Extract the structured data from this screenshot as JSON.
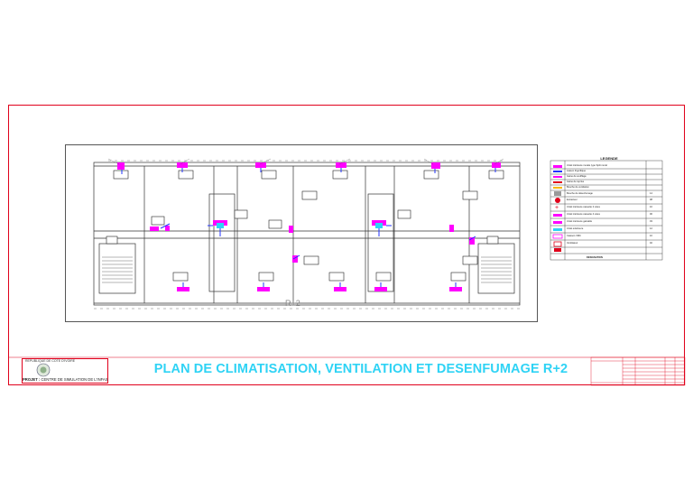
{
  "title": "PLAN DE CLIMATISATION, VENTILATION ET DESENFUMAGE  R+2",
  "level_label": "R+2",
  "project": {
    "prefix": "PROJET :",
    "name": "CENTRE DE SIMULATION DE L'INFAS",
    "logo_caption": "REPUBLIQUE DE COTE D'IVOIRE"
  },
  "legend": {
    "title": "LEGENDE",
    "items": [
      {
        "label": "Unité intérieure murale type Split mural",
        "qty": ""
      },
      {
        "label": "Liaison frigorifique",
        "qty": ""
      },
      {
        "label": "Gaine de soufflage",
        "qty": ""
      },
      {
        "label": "Gaine de reprise",
        "qty": ""
      },
      {
        "label": "Bouche de ventilation",
        "qty": ""
      },
      {
        "label": "Bouche de désenfumage",
        "qty": "14"
      },
      {
        "label": "Extracteur",
        "qty": "08"
      },
      {
        "label": "Unité intérieure cassette 2 voies",
        "qty": "10"
      },
      {
        "label": "Unité intérieure cassette 4 voies",
        "qty": "06"
      },
      {
        "label": "Unité intérieure gainable",
        "qty": "03"
      },
      {
        "label": "Unité extérieure",
        "qty": "12"
      },
      {
        "label": "Caisson VMC",
        "qty": "10"
      },
      {
        "label": "Ventilateur",
        "qty": "02"
      }
    ],
    "footer": "DESIGNATION"
  },
  "colors": {
    "frame": "#e0001b",
    "title": "#2fd3f5",
    "accent_magenta": "#ff00ff",
    "accent_blue": "#2233ff"
  }
}
